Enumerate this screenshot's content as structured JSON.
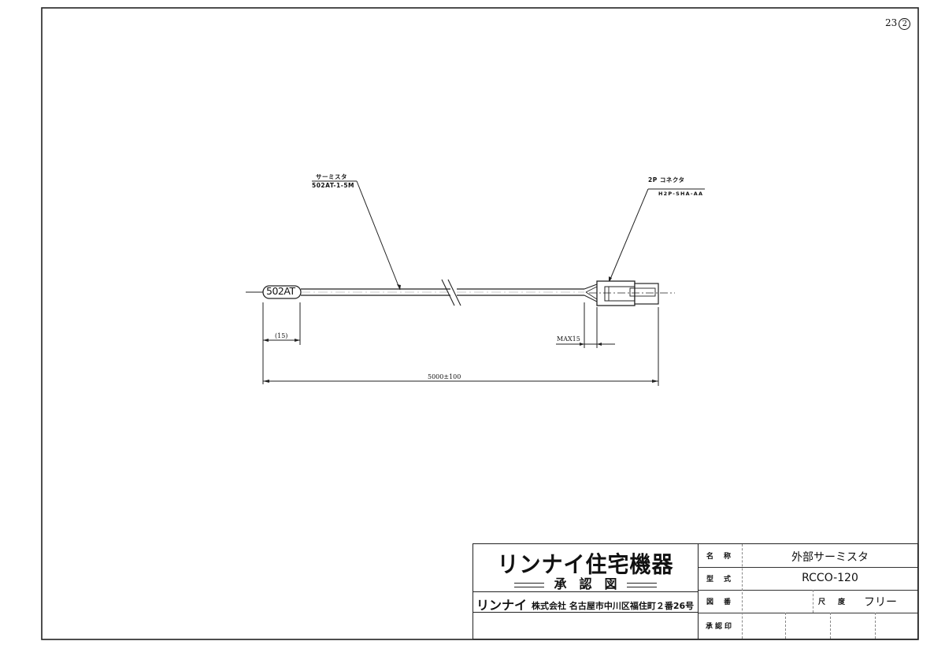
{
  "sheet": {
    "number": "23",
    "revision": "2"
  },
  "drawing": {
    "thermistor_label": {
      "name": "サーミスタ",
      "part_no": "502AT-1-5M"
    },
    "connector_label": {
      "name": "2P コネクタ",
      "part_no": "H2P-SHA-AA"
    },
    "thermistor_body_marking": "502AT",
    "dimensions": {
      "probe_length": "(15)",
      "connector_max": "MAX15",
      "total_length": "5000±100"
    }
  },
  "title_block": {
    "brand_heading": "リンナイ住宅機器",
    "document_type": "承　認　図",
    "company": {
      "brand": "リンナイ",
      "line": "株式会社 名古屋市中川区福住町２番26号"
    },
    "fields": [
      {
        "label": "名称",
        "value": "外部サーミスタ"
      },
      {
        "label": "型式",
        "value": "RCCO-120"
      },
      {
        "label": "図番",
        "value": ""
      },
      {
        "label": "承認印",
        "value": ""
      }
    ],
    "scale": {
      "label": "尺度",
      "value": "フリー"
    }
  }
}
